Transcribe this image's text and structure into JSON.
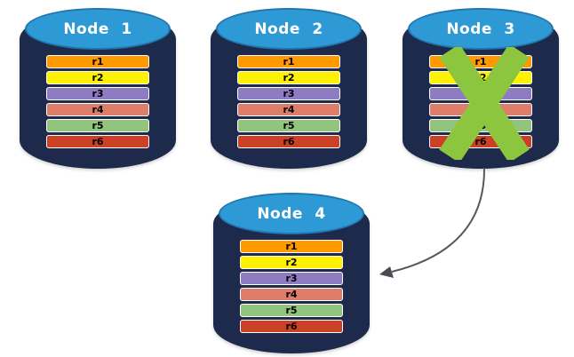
{
  "diagram": {
    "description": "Four database nodes each holding replicas r1-r6; Node 3 is crossed out (failed) and a curved arrow points from Node 3 to Node 4",
    "nodes": [
      {
        "label": "Node 1",
        "failed": false,
        "rows": [
          {
            "label": "r1",
            "color": "#FF9900"
          },
          {
            "label": "r2",
            "color": "#FFF200"
          },
          {
            "label": "r3",
            "color": "#8E7CC3"
          },
          {
            "label": "r4",
            "color": "#DD7E6B"
          },
          {
            "label": "r5",
            "color": "#93C47D"
          },
          {
            "label": "r6",
            "color": "#CC4125"
          }
        ]
      },
      {
        "label": "Node 2",
        "failed": false,
        "rows": [
          {
            "label": "r1",
            "color": "#FF9900"
          },
          {
            "label": "r2",
            "color": "#FFF200"
          },
          {
            "label": "r3",
            "color": "#8E7CC3"
          },
          {
            "label": "r4",
            "color": "#DD7E6B"
          },
          {
            "label": "r5",
            "color": "#93C47D"
          },
          {
            "label": "r6",
            "color": "#CC4125"
          }
        ]
      },
      {
        "label": "Node 3",
        "failed": true,
        "rows": [
          {
            "label": "r1",
            "color": "#FF9900"
          },
          {
            "label": "r2",
            "color": "#FFF200"
          },
          {
            "label": "r3",
            "color": "#8E7CC3"
          },
          {
            "label": "r4",
            "color": "#DD7E6B"
          },
          {
            "label": "r5",
            "color": "#93C47D"
          },
          {
            "label": "r6",
            "color": "#CC4125"
          }
        ]
      },
      {
        "label": "Node 4",
        "failed": false,
        "rows": [
          {
            "label": "r1",
            "color": "#FF9900"
          },
          {
            "label": "r2",
            "color": "#FFF200"
          },
          {
            "label": "r3",
            "color": "#8E7CC3"
          },
          {
            "label": "r4",
            "color": "#DD7E6B"
          },
          {
            "label": "r5",
            "color": "#93C47D"
          },
          {
            "label": "r6",
            "color": "#CC4125"
          }
        ]
      }
    ],
    "arrow": {
      "from": "Node 3",
      "to": "Node 4"
    },
    "colors": {
      "cylinder_body": "#1E2A4B",
      "cylinder_top": "#2E9AD5",
      "cylinder_top_stroke": "#2176AE",
      "node_label_text": "#FFFFFF",
      "row_text": "#000000",
      "row_border": "#FFFFFF",
      "failure_x": "#8CC63E",
      "arrow_line": "#595959",
      "arrow_head": "#4A4A50",
      "background": "#FFFFFF"
    }
  }
}
